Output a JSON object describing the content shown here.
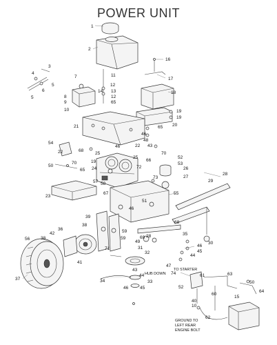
{
  "title": "POWER UNIT",
  "notes": {
    "to_starter": "TO STARTER",
    "hub_down": "HUB DOWN",
    "ground_1": "GROUND TO",
    "ground_2": "LEFT REAR",
    "ground_3": "ENGINE BOLT"
  },
  "callouts": {
    "c1": "1",
    "c2": "2",
    "c3": "3",
    "c4": "4",
    "c5a": "5",
    "c5b": "5",
    "c6": "6",
    "c7": "7",
    "c8": "8",
    "c9": "9",
    "c10a": "10",
    "c10b": "10",
    "c11": "11",
    "c12a": "12",
    "c12b": "12",
    "c13": "13",
    "c14": "14",
    "c15": "15",
    "c16": "16",
    "c17": "17",
    "c18": "18",
    "c19a": "19",
    "c19b": "19",
    "c19c": "19",
    "c20": "20",
    "c21": "21",
    "c22a": "22",
    "c22b": "22",
    "c23": "23",
    "c24": "24",
    "c25a": "25",
    "c25b": "25",
    "c26": "26",
    "c27": "27",
    "c28a": "28",
    "c28b": "28",
    "c29": "29",
    "c30": "30",
    "c31": "31",
    "c32": "32",
    "c33": "33",
    "c34": "34",
    "c35": "35",
    "c36": "36",
    "c37": "37",
    "c38a": "38",
    "c38b": "38",
    "c39": "39",
    "c40": "40",
    "c41": "41",
    "c42": "42",
    "c43a": "43",
    "c43b": "43",
    "c44a": "44",
    "c44b": "44",
    "c45a": "45",
    "c45b": "45",
    "c46a": "46",
    "c46b": "46",
    "c46c": "46",
    "c46d": "46",
    "c46e": "46",
    "c47": "47",
    "c48": "48",
    "c49": "49",
    "c50a": "50",
    "c50b": "50",
    "c51": "51",
    "c52a": "52",
    "c52b": "52",
    "c53": "53",
    "c54": "54",
    "c55": "55",
    "c56": "56",
    "c57": "57",
    "c58": "58",
    "c59a": "59",
    "c59b": "59",
    "c60": "60",
    "c61": "61",
    "c62": "62",
    "c63": "63",
    "c64": "64",
    "c65a": "65",
    "c65b": "65",
    "c65c": "65",
    "c66": "66",
    "c67": "67",
    "c68a": "68",
    "c68b": "68",
    "c69": "69",
    "c70a": "70",
    "c70b": "70",
    "c71": "71",
    "c72": "72",
    "c73": "73",
    "c74": "74"
  }
}
